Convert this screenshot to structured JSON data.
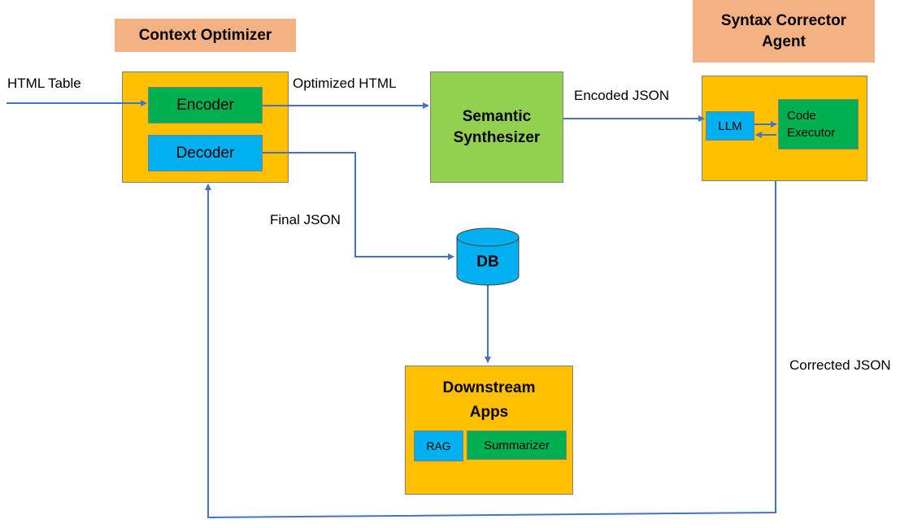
{
  "title_context_optimizer": "Context Optimizer",
  "title_syntax_corrector": "Syntax Corrector\nAgent",
  "label_html_table": "HTML Table",
  "label_optimized_html": "Optimized HTML",
  "label_encoded_json": "Encoded JSON",
  "label_final_json": "Final JSON",
  "label_corrected_json": "Corrected JSON",
  "encoder": "Encoder",
  "decoder": "Decoder",
  "semantic_synthesizer": "Semantic\nSynthesizer",
  "llm": "LLM",
  "code_executor": "Code\nExecutor",
  "db": "DB",
  "downstream_apps": "Downstream\nApps",
  "rag": "RAG",
  "summarizer": "Summarizer",
  "colors": {
    "arrow": "#4472C4",
    "gold": "#FFC000",
    "peach": "#F4B183",
    "green": "#00B050",
    "blue": "#00B0F0",
    "lime": "#92D050"
  }
}
